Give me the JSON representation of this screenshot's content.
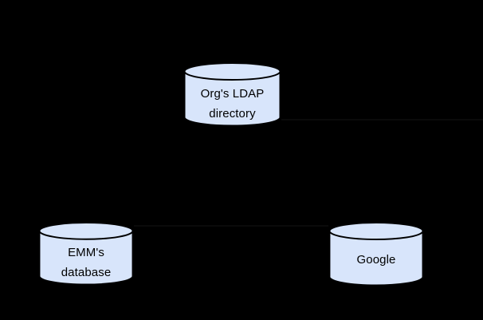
{
  "diagram": {
    "background_color": "#000000",
    "node_fill": "#d8e5fb",
    "node_stroke": "#000000",
    "label_color": "#000000",
    "nodes": {
      "ldap": {
        "icon": "database-cylinder",
        "line1": "Org's LDAP",
        "line2": "directory",
        "fill": "#d8e5fb",
        "stroke": "#000000"
      },
      "emm": {
        "icon": "database-cylinder",
        "line1": "EMM's",
        "line2": "database",
        "fill": "#d8e5fb",
        "stroke": "#000000"
      },
      "google": {
        "icon": "database-cylinder",
        "line1": "Google",
        "fill": "#d8e5fb",
        "stroke": "#000000"
      }
    }
  }
}
